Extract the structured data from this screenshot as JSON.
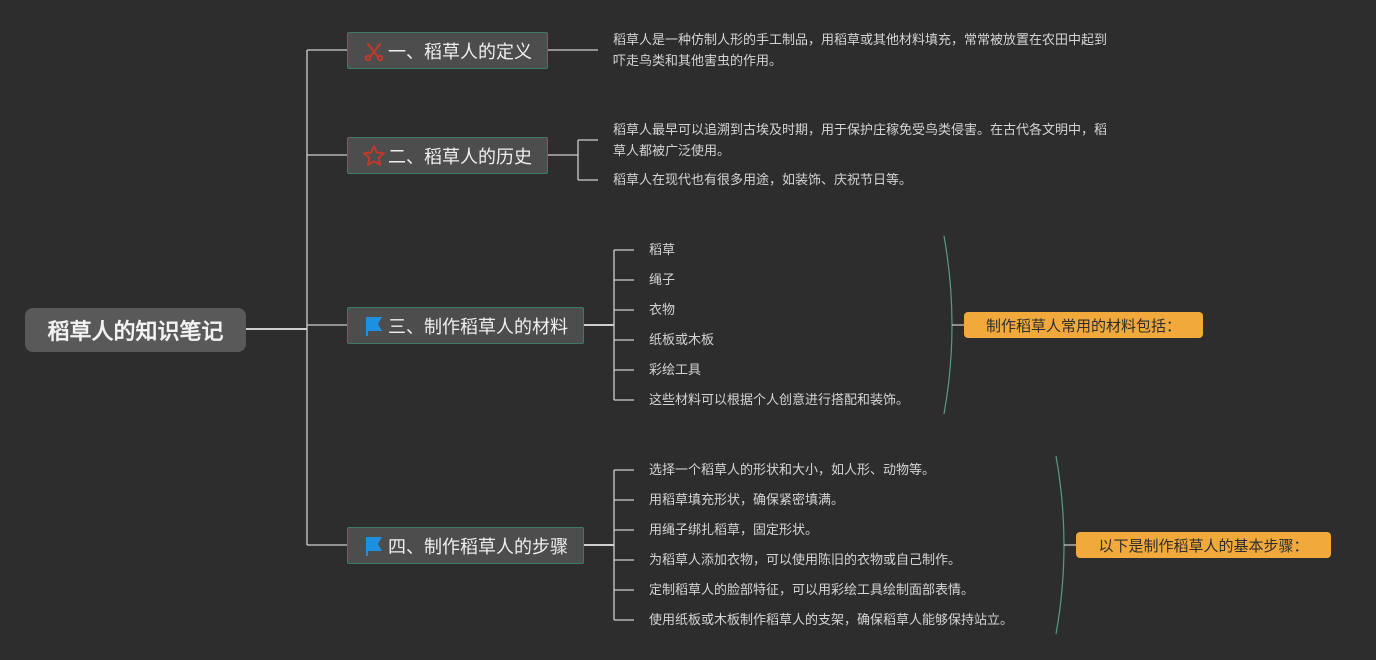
{
  "root": {
    "title": "稻草人的知识笔记"
  },
  "topics": [
    {
      "label": "一、稻草人的定义",
      "icon": "scissors-icon",
      "children": [
        "稻草人是一种仿制人形的手工制品，用稻草或其他材料填充，常常被放置在农田中起到吓走鸟类和其他害虫的作用。"
      ]
    },
    {
      "label": "二、稻草人的历史",
      "icon": "star-icon",
      "children": [
        "稻草人最早可以追溯到古埃及时期，用于保护庄稼免受鸟类侵害。在古代各文明中，稻草人都被广泛使用。",
        "稻草人在现代也有很多用途，如装饰、庆祝节日等。"
      ]
    },
    {
      "label": "三、制作稻草人的材料",
      "icon": "flag-icon",
      "children": [
        "稻草",
        "绳子",
        "衣物",
        "纸板或木板",
        "彩绘工具",
        "这些材料可以根据个人创意进行搭配和装饰。"
      ],
      "summary": "制作稻草人常用的材料包括："
    },
    {
      "label": "四、制作稻草人的步骤",
      "icon": "flag-icon",
      "children": [
        "选择一个稻草人的形状和大小，如人形、动物等。",
        "用稻草填充形状，确保紧密填满。",
        "用绳子绑扎稻草，固定形状。",
        "为稻草人添加衣物，可以使用陈旧的衣物或自己制作。",
        "定制稻草人的脸部特征，可以用彩绘工具绘制面部表情。",
        "使用纸板或木板制作稻草人的支架，确保稻草人能够保持站立。"
      ],
      "summary": "以下是制作稻草人的基本步骤："
    }
  ],
  "colors": {
    "background": "#2d2d2d",
    "line": "#cfcfcf",
    "topic_border": "#3e7a6c",
    "summary_fill": "#f2a93b",
    "icon_red": "#c0392b",
    "icon_blue": "#1e90e0"
  }
}
